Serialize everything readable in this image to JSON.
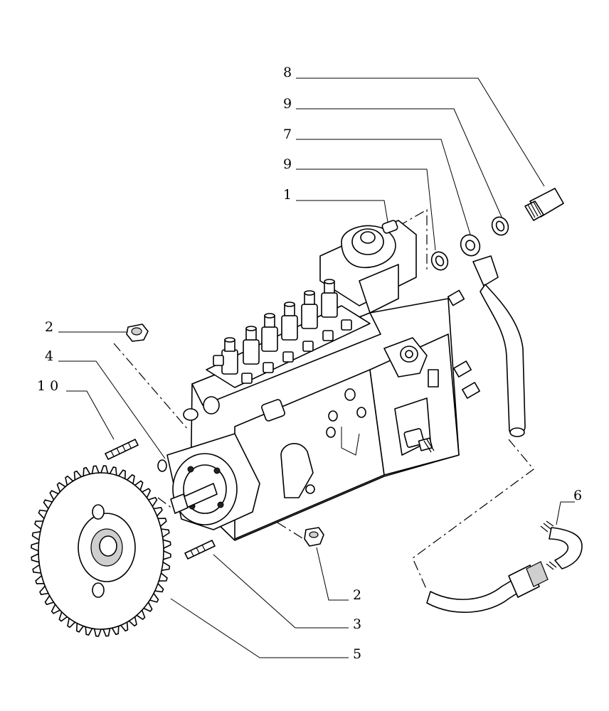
{
  "callouts": [
    {
      "id": "c8",
      "label": "8"
    },
    {
      "id": "c9a",
      "label": "9"
    },
    {
      "id": "c7",
      "label": "7"
    },
    {
      "id": "c9b",
      "label": "9"
    },
    {
      "id": "c1",
      "label": "1"
    },
    {
      "id": "c2a",
      "label": "2"
    },
    {
      "id": "c4",
      "label": "4"
    },
    {
      "id": "c10",
      "label": "1 0"
    },
    {
      "id": "c6",
      "label": "6"
    },
    {
      "id": "c2b",
      "label": "2"
    },
    {
      "id": "c3",
      "label": "3"
    },
    {
      "id": "c5",
      "label": "5"
    }
  ]
}
